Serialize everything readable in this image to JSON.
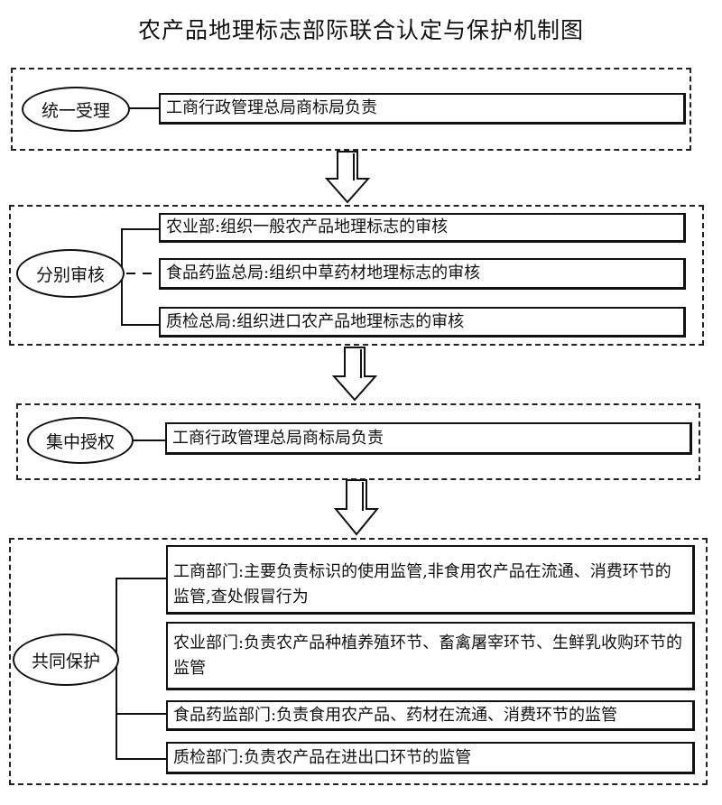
{
  "title": "农产品地理标志部际联合认定与保护机制图",
  "sections": [
    {
      "label": "统一受理",
      "items": [
        "工商行政管理总局商标局负责"
      ]
    },
    {
      "label": "分别审核",
      "items": [
        "农业部:组织一般农产品地理标志的审核",
        "食品药监总局:组织中草药材地理标志的审核",
        "质检总局:组织进口农产品地理标志的审核"
      ]
    },
    {
      "label": "集中授权",
      "items": [
        "工商行政管理总局商标局负责"
      ]
    },
    {
      "label": "共同保护",
      "items": [
        "工商部门:主要负责标识的使用监管,非食用农产品在流通、消费环节的监管,查处假冒行为",
        "农业部门:负责农产品种植养殖环节、畜禽屠宰环节、生鲜乳收购环节的监管",
        "食品药监部门:负责食用农产品、药材在流通、消费环节的监管",
        "质检部门:负责农产品在进出口环节的监管"
      ]
    }
  ],
  "colors": {
    "stroke": "#111111",
    "background": "#ffffff"
  }
}
